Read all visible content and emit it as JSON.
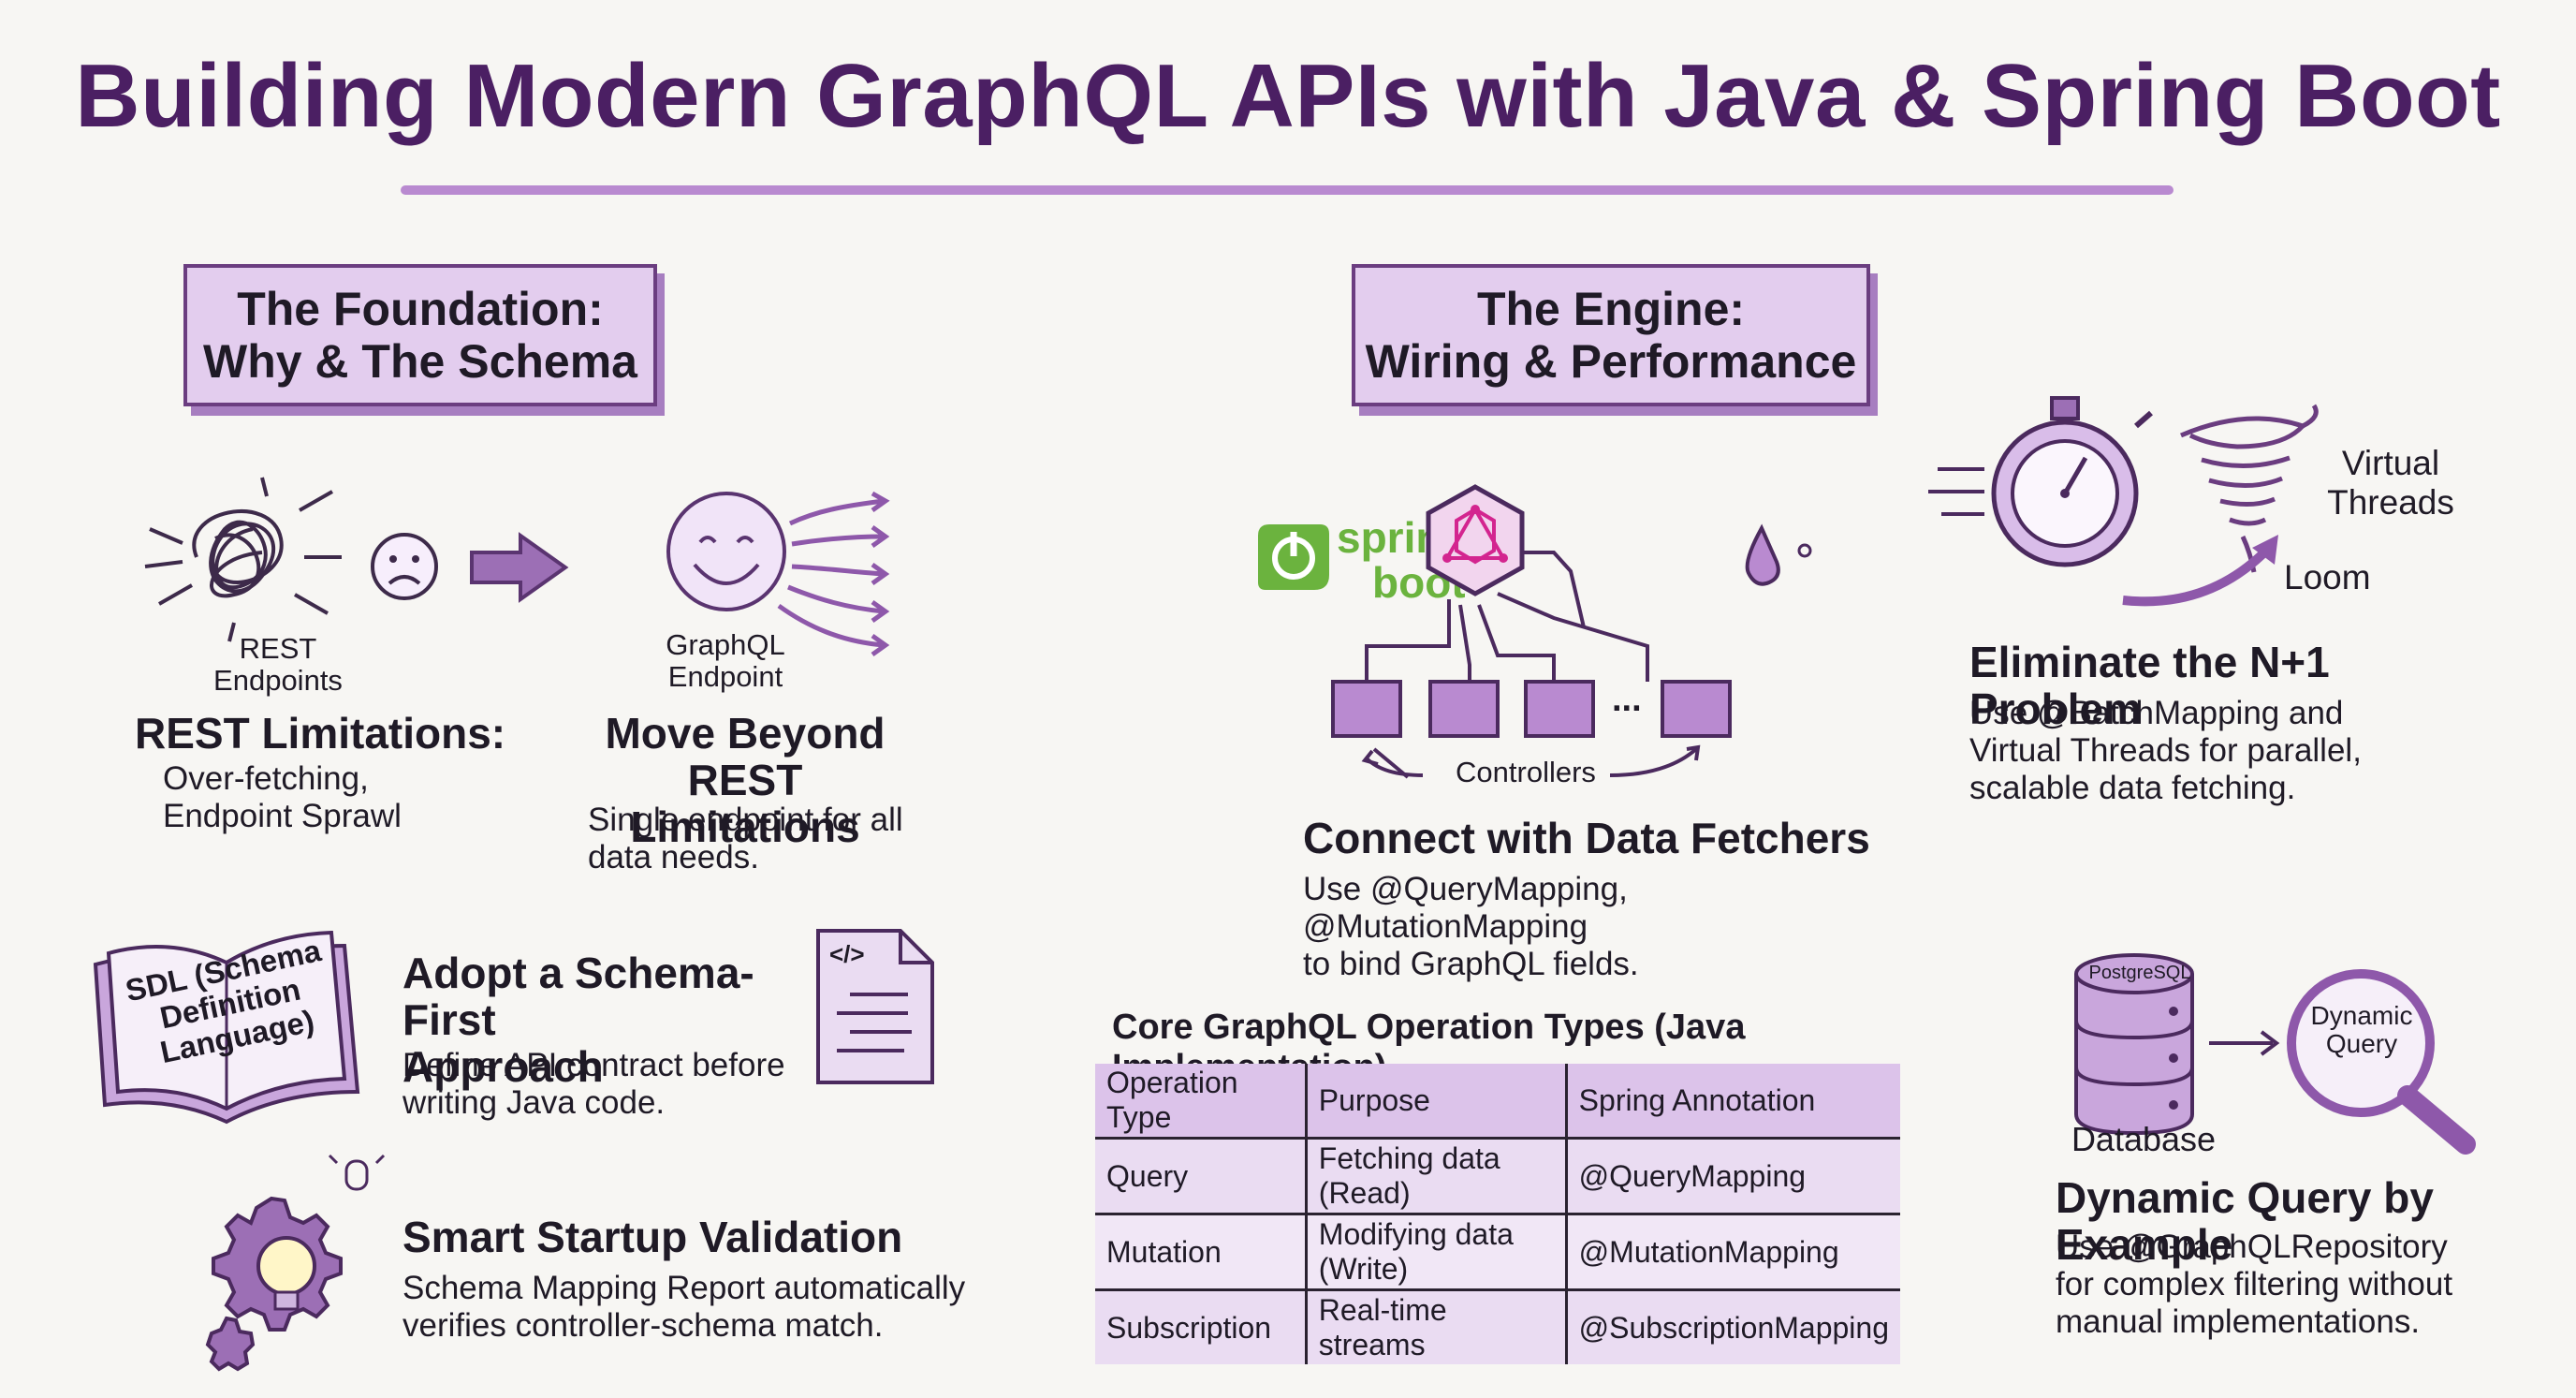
{
  "title": "Building Modern GraphQL APIs with Java & Spring Boot",
  "sections": {
    "foundation": {
      "line1": "The Foundation:",
      "line2": "Why & The Schema"
    },
    "engine": {
      "line1": "The Engine:",
      "line2": "Wiring & Performance"
    }
  },
  "rest": {
    "icon_label": [
      "REST",
      "Endpoints"
    ],
    "heading": "REST Limitations:",
    "text": [
      "Over-fetching,",
      "Endpoint Sprawl"
    ]
  },
  "graphql": {
    "icon_label": [
      "GraphQL",
      "Endpoint"
    ],
    "heading": [
      "Move Beyond REST",
      "Limitations"
    ],
    "text": [
      "Single endpoint for all",
      "data needs."
    ]
  },
  "schema_first": {
    "book_label": [
      "SDL (Schema",
      "Definition",
      "Language)"
    ],
    "doc_label": "</>",
    "heading": [
      "Adopt a Schema-First",
      "Approach"
    ],
    "text": [
      "Define API contract before",
      "writing Java code."
    ]
  },
  "startup": {
    "heading": "Smart Startup Validation",
    "text": [
      "Schema Mapping Report automatically",
      "verifies controller-schema match."
    ]
  },
  "fetchers": {
    "logo": [
      "spring",
      "boot"
    ],
    "controllers_label": "Controllers",
    "ellipsis": "...",
    "heading": "Connect with Data Fetchers",
    "text": [
      "Use @QueryMapping, @MutationMapping",
      "to bind GraphQL fields."
    ]
  },
  "n_plus_one": {
    "threads_label": [
      "Virtual",
      "Threads"
    ],
    "loom_label": "Loom",
    "heading": "Eliminate the N+1 Problem",
    "text": [
      "Use @BatchMapping and",
      "Virtual Threads for parallel,",
      "scalable data fetching."
    ]
  },
  "table": {
    "title": "Core GraphQL Operation Types (Java Implementation)",
    "headers": [
      "Operation Type",
      "Purpose",
      "Spring Annotation"
    ],
    "rows": [
      [
        "Query",
        "Fetching data (Read)",
        "@QueryMapping"
      ],
      [
        "Mutation",
        "Modifying data (Write)",
        "@MutationMapping"
      ],
      [
        "Subscription",
        "Real-time streams",
        "@SubscriptionMapping"
      ]
    ]
  },
  "dynamic": {
    "db_label": "PostgreSQL",
    "database_label": "Database",
    "lens_label": [
      "Dynamic",
      "Query"
    ],
    "heading": "Dynamic Query by Example",
    "text": [
      "Use @GraphQLRepository",
      "for complex filtering without",
      "manual implementations."
    ]
  }
}
